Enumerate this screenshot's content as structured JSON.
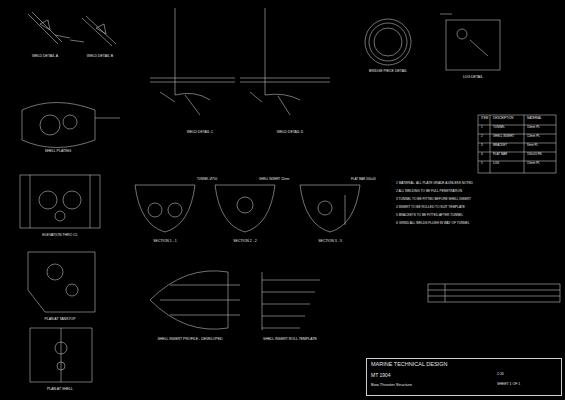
{
  "diagram": {
    "nodes": [
      {
        "text": [
          "MARINE TECHNICAL DESIGN",
          "MT 1904",
          "Bow Thruster Structure",
          "1:20",
          "SHEET 1 OF 1"
        ]
      }
    ],
    "labels": [
      "WELD DETAIL A",
      "WELD DETAIL B",
      "WELD DETAIL C",
      "WELD DETAIL D",
      "BRIDGE PIECE DETAIL",
      "LUG DETAIL",
      "SHELL PLATING",
      "ELEVATION THRO CL",
      "SECTION 1 - 1",
      "SECTION 2 - 2",
      "SECTION 3 - 3",
      "PLAN AT TANKTOP",
      "PLAN AT SHELL",
      "SHELL INSERT PROFILE - DEVELOPED",
      "SHELL INSERT ROLL TEMPLATE",
      "1 MATERIAL: ALL PLATE GRADE A UNLESS NOTED",
      "2 ALL WELDING TO BE FULL PENETRATION",
      "3 TUNNEL TO BE FITTED BEFORE SHELL INSERT",
      "4 INSERT TO BE ROLLED TO SUIT TEMPLATE",
      "5 BRACKETS TO BE FITTED AFTER TUNNEL",
      "6 GRIND ALL WELDS FLUSH IN WAY OF TUNNEL",
      "ITEM",
      "DESCRIPTION",
      "MATERIAL",
      "1",
      "TUNNEL",
      "10mm PL",
      "2",
      "SHELL INSERT",
      "12mm PL",
      "3",
      "BRACKET",
      "8mm PL",
      "4",
      "FLAT BAR",
      "100x10 FB",
      "5",
      "LUG",
      "15mm PL",
      "TUNNEL Ø750",
      "SHELL INSERT 12mm",
      "FLAT BAR 100x10"
    ]
  }
}
